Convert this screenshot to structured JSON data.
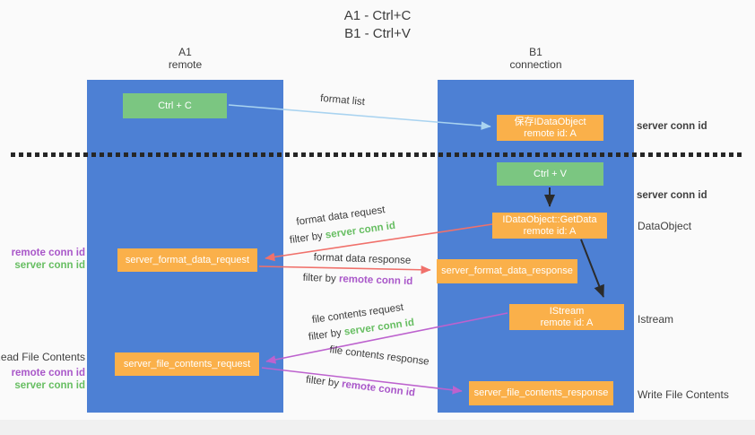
{
  "title": {
    "line1": "A1 - Ctrl+C",
    "line2": "B1 - Ctrl+V"
  },
  "lanes": {
    "left": {
      "id": "A1",
      "sub": "remote"
    },
    "right": {
      "id": "B1",
      "sub": "connection"
    }
  },
  "nodes": {
    "ctrl_c": "Ctrl + C",
    "ctrl_v": "Ctrl + V",
    "save_obj": {
      "line1": "保存IDataObject",
      "line2": "remote id: A"
    },
    "getdata": {
      "line1": "IDataObject::GetData",
      "line2": "remote id: A"
    },
    "istream": {
      "line1": "IStream",
      "line2": "remote id: A"
    },
    "format_request": "server_format_data_request",
    "format_response": "server_format_data_response",
    "file_request": "server_file_contents_request",
    "file_response": "server_file_contents_response"
  },
  "labels": {
    "format_list": "format list",
    "format_data_request": "format data request",
    "format_data_response": "format data response",
    "file_contents_request": "file contents request",
    "file_contents_response": "file contents response",
    "filter_by": "filter by ",
    "server_conn_id": "server conn id",
    "remote_conn_id": "remote conn id"
  },
  "annotations": {
    "server_conn_id": "server conn id",
    "remote_conn_id": "remote conn id",
    "dataobject": "DataObject",
    "istream": "Istream",
    "read_file_contents": "Read File Contents",
    "write_file_contents": "Write File Contents"
  },
  "colors": {
    "lane_blue": "#4d80d4",
    "node_orange": "#fab04a",
    "node_green": "#7bc681",
    "arrow_red": "#f0716b",
    "arrow_magenta": "#bd62ce",
    "arrow_lightblue": "#a9d3f0",
    "arrow_black": "#2b2b2b",
    "text_green": "#67be62",
    "text_purple": "#a957c9",
    "text_gray": "#3f3f3f",
    "divider_black": "#262626"
  }
}
